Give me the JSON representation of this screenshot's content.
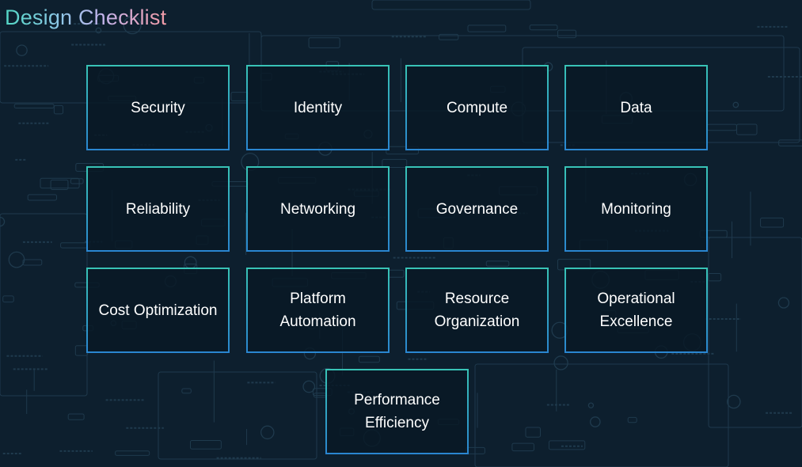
{
  "page": {
    "title": "Design Checklist"
  },
  "colors": {
    "background": "#0d1f2e",
    "tile_border_top": "#38c3b6",
    "tile_border_bottom": "#2a86d0",
    "title_gradient": [
      "#52d6c4",
      "#8fc6e8",
      "#c2b4ec",
      "#f09aa6"
    ]
  },
  "tiles": [
    {
      "label": "Security"
    },
    {
      "label": "Identity"
    },
    {
      "label": "Compute"
    },
    {
      "label": "Data"
    },
    {
      "label": "Reliability"
    },
    {
      "label": "Networking"
    },
    {
      "label": "Governance"
    },
    {
      "label": "Monitoring"
    },
    {
      "label": "Cost Optimization"
    },
    {
      "label": "Platform\nAutomation"
    },
    {
      "label": "Resource\nOrganization"
    },
    {
      "label": "Operational\nExcellence"
    },
    {
      "label": "Performance\nEfficiency"
    }
  ]
}
